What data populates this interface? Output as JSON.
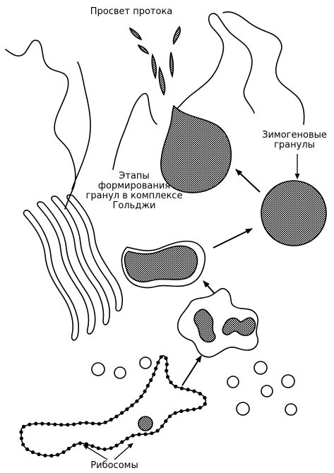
{
  "labels": {
    "duct_lumen": "Просвет протока",
    "zymogen_line1": "Зимогеновые",
    "zymogen_line2": "гранулы",
    "stages_line1": "Этапы",
    "stages_line2": "формирования",
    "stages_line3": "гранул в комплексе",
    "stages_line4": "Гольджи",
    "ribosomes": "Рибосомы"
  },
  "colors": {
    "line": "#000000",
    "granule_fill": "#8a8a8a",
    "background": "#ffffff"
  }
}
